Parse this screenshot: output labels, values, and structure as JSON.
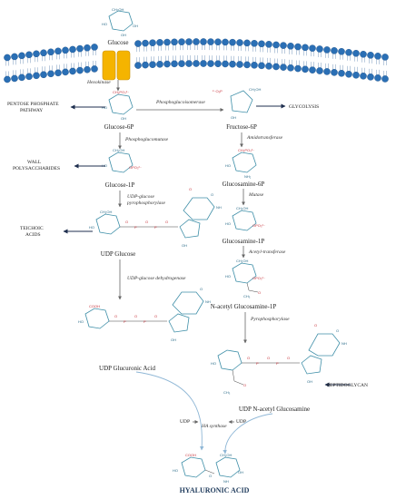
{
  "labels": {
    "glucose": "Glucose",
    "hexokinase": "Hexokinase",
    "pentose": "PENTOSE PHOSPHATE PATHWAY",
    "glucose6p": "Glucose-6P",
    "phosphoglucoisomerase": "Phosphoglucoisomerase",
    "fructose6p": "Fructose-6P",
    "glycolysis": "GLYCOLYSIS",
    "amidotransferase": "Amidotransferase",
    "phosphoglucomutase": "Phosphoglucomutase",
    "wall": "WALL POLYSACCHARIDES",
    "glucose1p": "Glucose-1P",
    "glucosamine6p": "Glucosamine-6P",
    "mutase": "Mutase",
    "udpglucose_ppase": "UDP-glucose pyrophosphorylase",
    "teichoic": "TEICHOIC ACIDS",
    "udpglucose": "UDP Glucose",
    "glucosamine1p": "Glucosamine-1P",
    "acetyltransferase": "Acetyl-transferase",
    "udpglucose_dh": "UDP-glucose dehydrogenase",
    "nacetyl": "N-acetyl Glucosamine-1P",
    "pyrophosphorylase": "Pyrophosphorylase",
    "udpglucuronic": "UDP Glucuronic Acid",
    "peptidoglycan": "PEPTIDOGLYCAN",
    "udpnacetyl": "UDP N-acetyl Glucosamine",
    "udp_left": "UDP",
    "ha_synthase": "HA synthase",
    "udp_right": "UDP",
    "hyaluronic": "HYALURONIC ACID"
  },
  "colors": {
    "membrane_head": "#2a6fb5",
    "transporter": "#f5b400",
    "ring": "#3f8fa8",
    "highlight": "#c8343c",
    "pathway_arrow": "#1f2f4f",
    "final_arrows": "#8fb7d6"
  },
  "icons": {
    "transporter": "glucose-transporter-icon",
    "membrane": "lipid-bilayer-icon"
  }
}
